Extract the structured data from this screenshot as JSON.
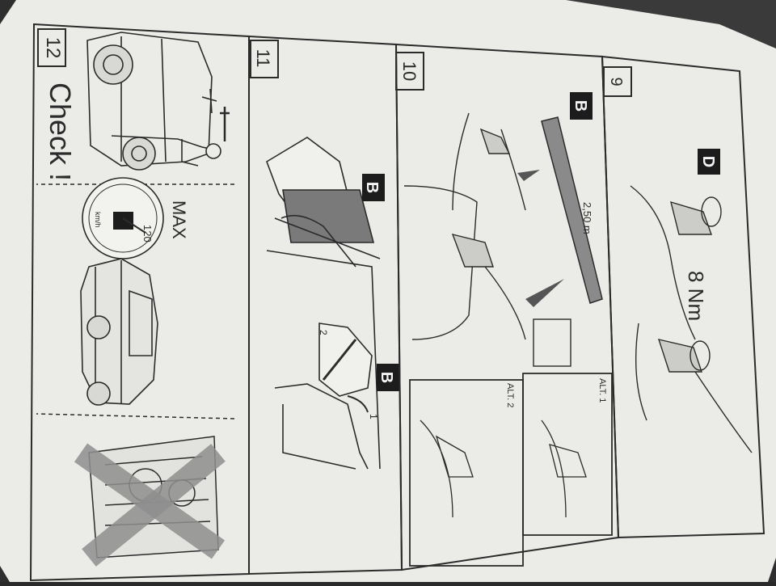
{
  "sheet": {
    "panels": [
      {
        "step": "12",
        "text": "Check !"
      },
      {
        "step": "11"
      },
      {
        "step": "10"
      },
      {
        "step": "9"
      }
    ],
    "labels": {
      "part_b": "B",
      "part_d": "D",
      "torque": "8 Nm",
      "length": "2,50 m",
      "alt1": "ALT. 1",
      "alt2": "ALT. 2",
      "max": "MAX",
      "speed": "120",
      "unit": "km/h",
      "arrow1": "1",
      "arrow2": "2"
    }
  },
  "colors": {
    "paper": "#ecece9",
    "ink": "#2b2b2b",
    "label_bg": "#1c1c1c",
    "label_fg": "#f4f4f4",
    "cross": "#8f8f8f"
  }
}
